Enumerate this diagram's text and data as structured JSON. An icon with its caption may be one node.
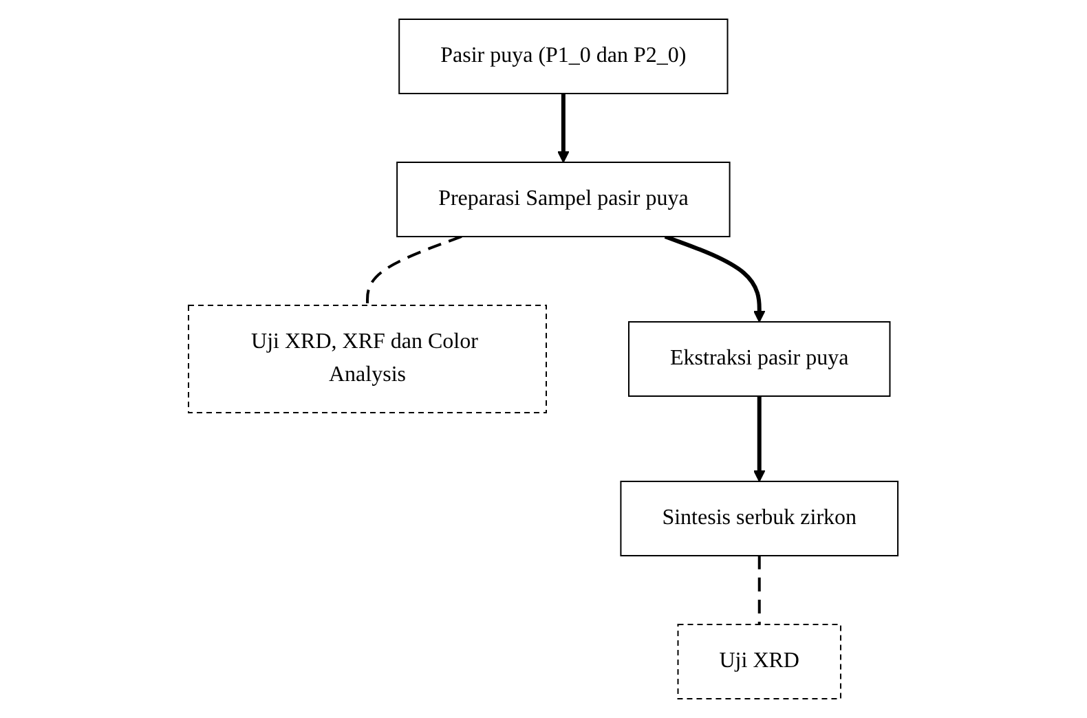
{
  "diagram": {
    "nodes": [
      {
        "text": [
          "Pasir puya (P1_0 dan P2_0)"
        ]
      },
      {
        "text": [
          "Preparasi Sampel pasir puya"
        ]
      },
      {
        "text": [
          "Uji XRD, XRF dan Color Analysis"
        ]
      },
      {
        "text": [
          "Ekstraksi pasir puya"
        ]
      },
      {
        "text": [
          "Sintesis serbuk zirkon"
        ]
      },
      {
        "text": [
          "Uji XRD"
        ]
      }
    ],
    "edges": [
      {
        "from": 0,
        "to": 1,
        "arrow": "to"
      },
      {
        "from": 1,
        "to": 2,
        "arrow": "none",
        "style": "dashed"
      },
      {
        "from": 1,
        "to": 3,
        "arrow": "to"
      },
      {
        "from": 3,
        "to": 4,
        "arrow": "to"
      },
      {
        "from": 4,
        "to": 5,
        "arrow": "none",
        "style": "dashed"
      }
    ]
  }
}
